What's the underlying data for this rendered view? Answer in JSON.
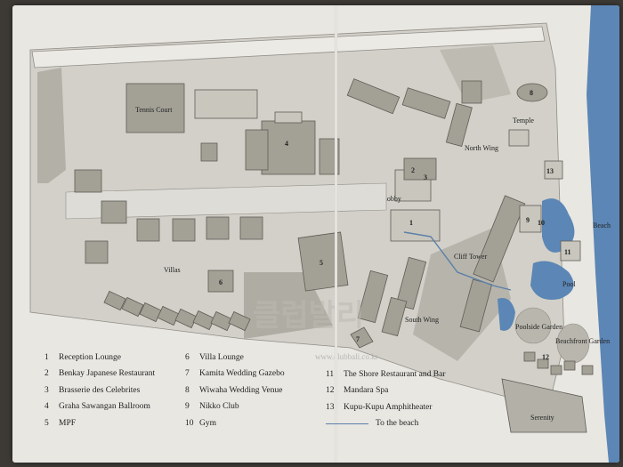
{
  "map": {
    "labels": {
      "tennis_court": "Tennis Court",
      "temple": "Temple",
      "north_wing": "North Wing",
      "lobby": "Lobby",
      "beach": "Beach",
      "cliff_tower": "Cliff Tower",
      "pool": "Pool",
      "villas": "Villas",
      "south_wing": "South Wing",
      "poolside_garden": "Poolside Garden",
      "beachfront_garden": "Beachfront Garden",
      "serenity": "Serenity"
    },
    "numbers": [
      "1",
      "2",
      "3",
      "4",
      "5",
      "6",
      "7",
      "8",
      "9",
      "10",
      "11",
      "12",
      "13"
    ],
    "watermark": "www.clubbali.co.kr",
    "watermark_korean": "클럽발리"
  },
  "legend": {
    "col1": [
      {
        "n": "1",
        "text": "Reception Lounge"
      },
      {
        "n": "2",
        "text": "Benkay Japanese Restaurant"
      },
      {
        "n": "3",
        "text": "Brasserie des Celebrites"
      },
      {
        "n": "4",
        "text": "Graha Sawangan Ballroom"
      },
      {
        "n": "5",
        "text": "MPF"
      }
    ],
    "col2": [
      {
        "n": "6",
        "text": "Villa Lounge"
      },
      {
        "n": "7",
        "text": "Kamita Wedding Gazebo"
      },
      {
        "n": "8",
        "text": "Wiwaha Wedding Venue"
      },
      {
        "n": "9",
        "text": "Nikko Club"
      },
      {
        "n": "10",
        "text": "Gym"
      }
    ],
    "col3": [
      {
        "n": "11",
        "text": "The Shore Restaurant and Bar"
      },
      {
        "n": "12",
        "text": "Mandara Spa"
      },
      {
        "n": "13",
        "text": "Kupu-Kupu Amphitheater"
      }
    ],
    "beach_path": "To the beach"
  },
  "colors": {
    "building": "#a3a196",
    "building_stroke": "#5e5c55",
    "ground": "#c8c6bd",
    "water": "#5b86b5",
    "paper": "#e9e7e2"
  }
}
